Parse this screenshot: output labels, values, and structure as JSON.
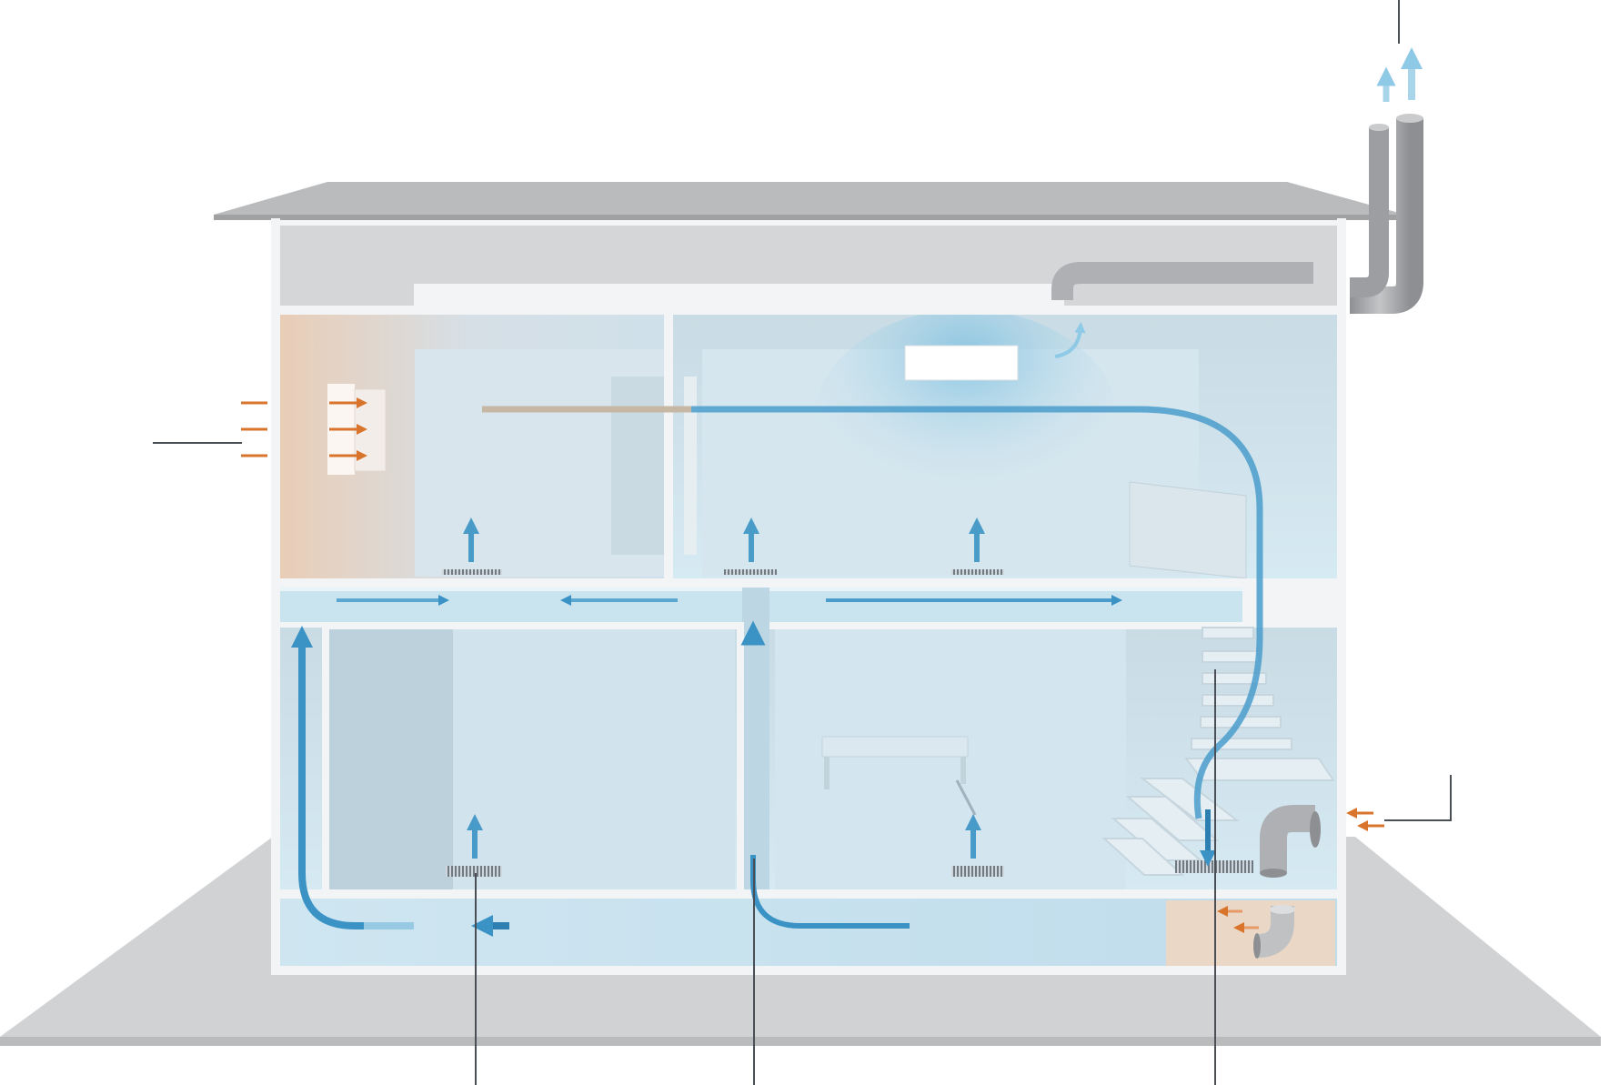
{
  "diagram": {
    "subject": "house-ventilation-cutaway",
    "colors": {
      "fresh_air": "#3a93c4",
      "fresh_air_light": "#8ec9e6",
      "exhaust_air": "#9fcfe6",
      "warm_air": "#d9742c",
      "leader_line": "#4a4f55",
      "wall": "#f2f4f5",
      "roof": "#b9bbbd",
      "ground": "#d0d2d4",
      "room_tint": "#cfe6f1",
      "chimney": "#a9abae"
    },
    "callout_lines": [
      {
        "id": "exhaust-stack-callout"
      },
      {
        "id": "wall-inlet-callout"
      },
      {
        "id": "basement-inlet-callout"
      },
      {
        "id": "floor-grille-callout"
      },
      {
        "id": "wall-channel-callout"
      },
      {
        "id": "stair-grille-callout"
      }
    ],
    "icons": {
      "exhaust": "chimney-pipe-icon",
      "intake": "wall-vent-icon",
      "heater": "pipe-elbow-icon",
      "ceiling_light": "ceiling-light-icon"
    }
  }
}
